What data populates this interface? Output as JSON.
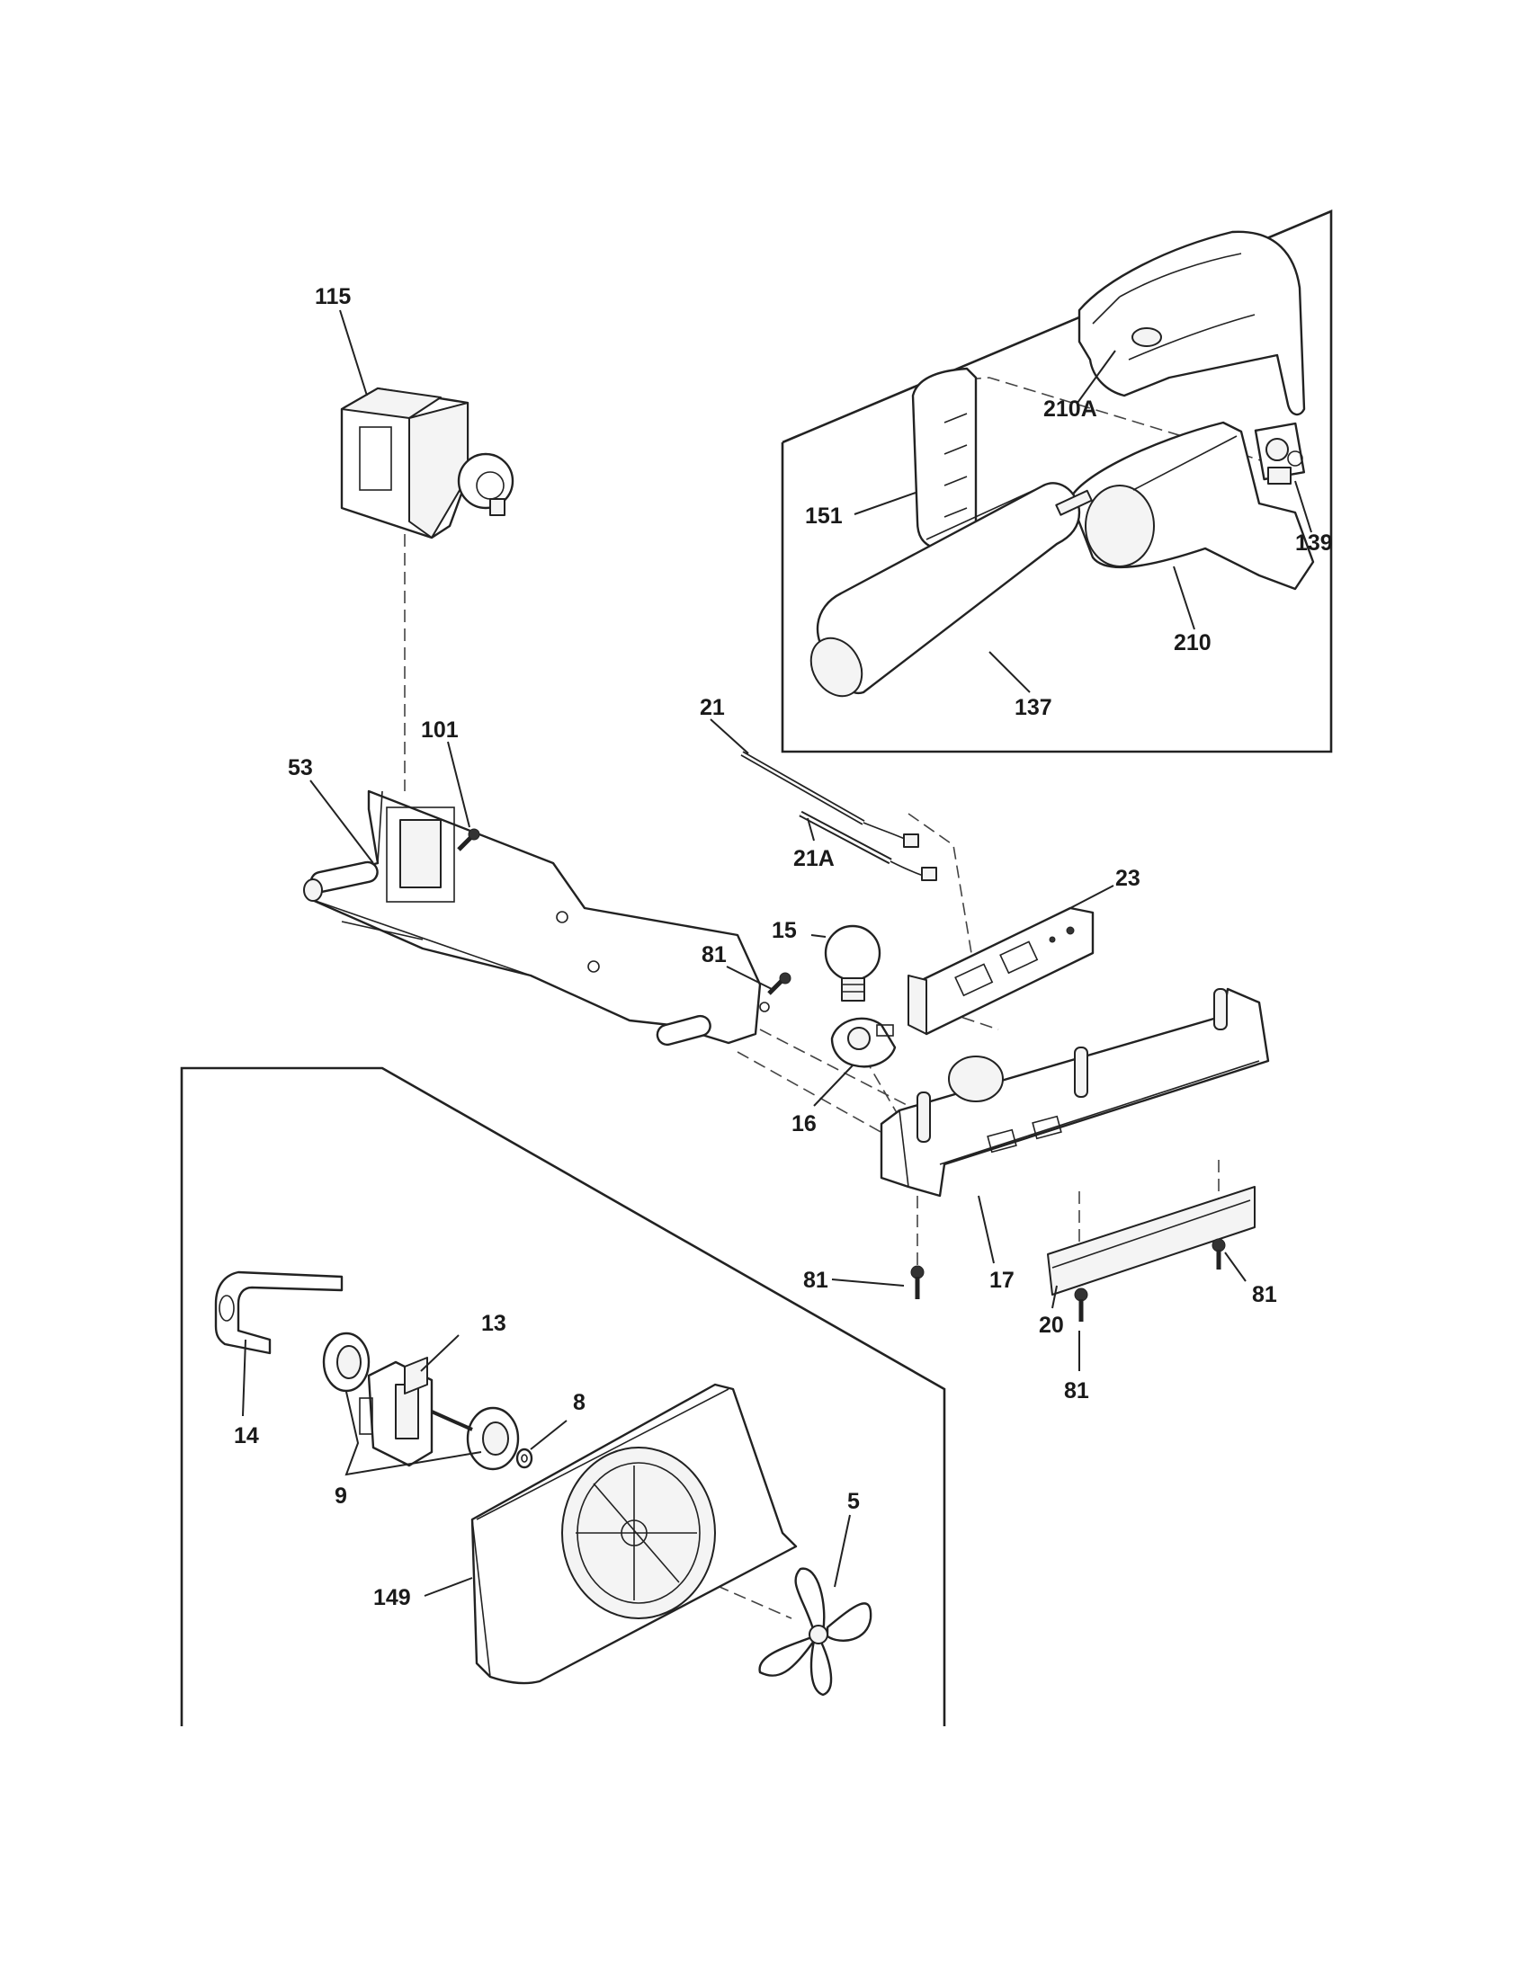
{
  "callouts": {
    "c115": "115",
    "c210A": "210A",
    "c151": "151",
    "c139": "139",
    "c210": "210",
    "c137": "137",
    "c21": "21",
    "c101": "101",
    "c53": "53",
    "c21A": "21A",
    "c23": "23",
    "c15": "15",
    "c81a": "81",
    "c16": "16",
    "c81b": "81",
    "c17": "17",
    "c81c": "81",
    "c20": "20",
    "c81d": "81",
    "c13": "13",
    "c8": "8",
    "c14": "14",
    "c9": "9",
    "c5": "5",
    "c149": "149"
  }
}
